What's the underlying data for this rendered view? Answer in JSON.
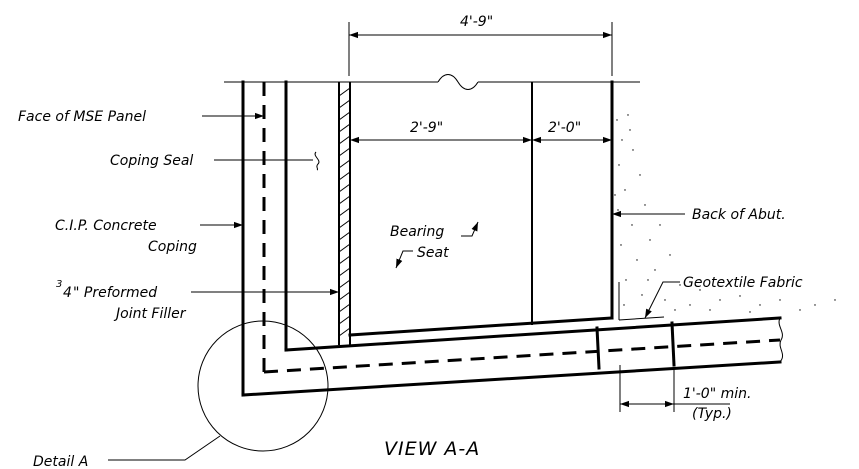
{
  "diagram": {
    "title": "VIEW A-A",
    "dimensions": {
      "overall_width": "4'-9\"",
      "bearing_seat_width": "2'-9\"",
      "backwall_width": "2'-0\"",
      "min_length": "1'-0\" min.",
      "min_length_note": "(Typ.)"
    },
    "labels": {
      "face_of_mse_panel": "Face of MSE Panel",
      "coping_seal": "Coping Seal",
      "cip_coping_line1": "C.I.P. Concrete",
      "cip_coping_line2": "Coping",
      "joint_filler_frac": "3",
      "joint_filler_frac_den": "4",
      "joint_filler_line1": "\" Preformed",
      "joint_filler_line2": "Joint Filler",
      "bearing_line1": "Bearing",
      "bearing_line2": "Seat",
      "back_of_abut": "Back of Abut.",
      "geotextile": "Geotextile Fabric",
      "detail_a": "Detail A"
    }
  }
}
